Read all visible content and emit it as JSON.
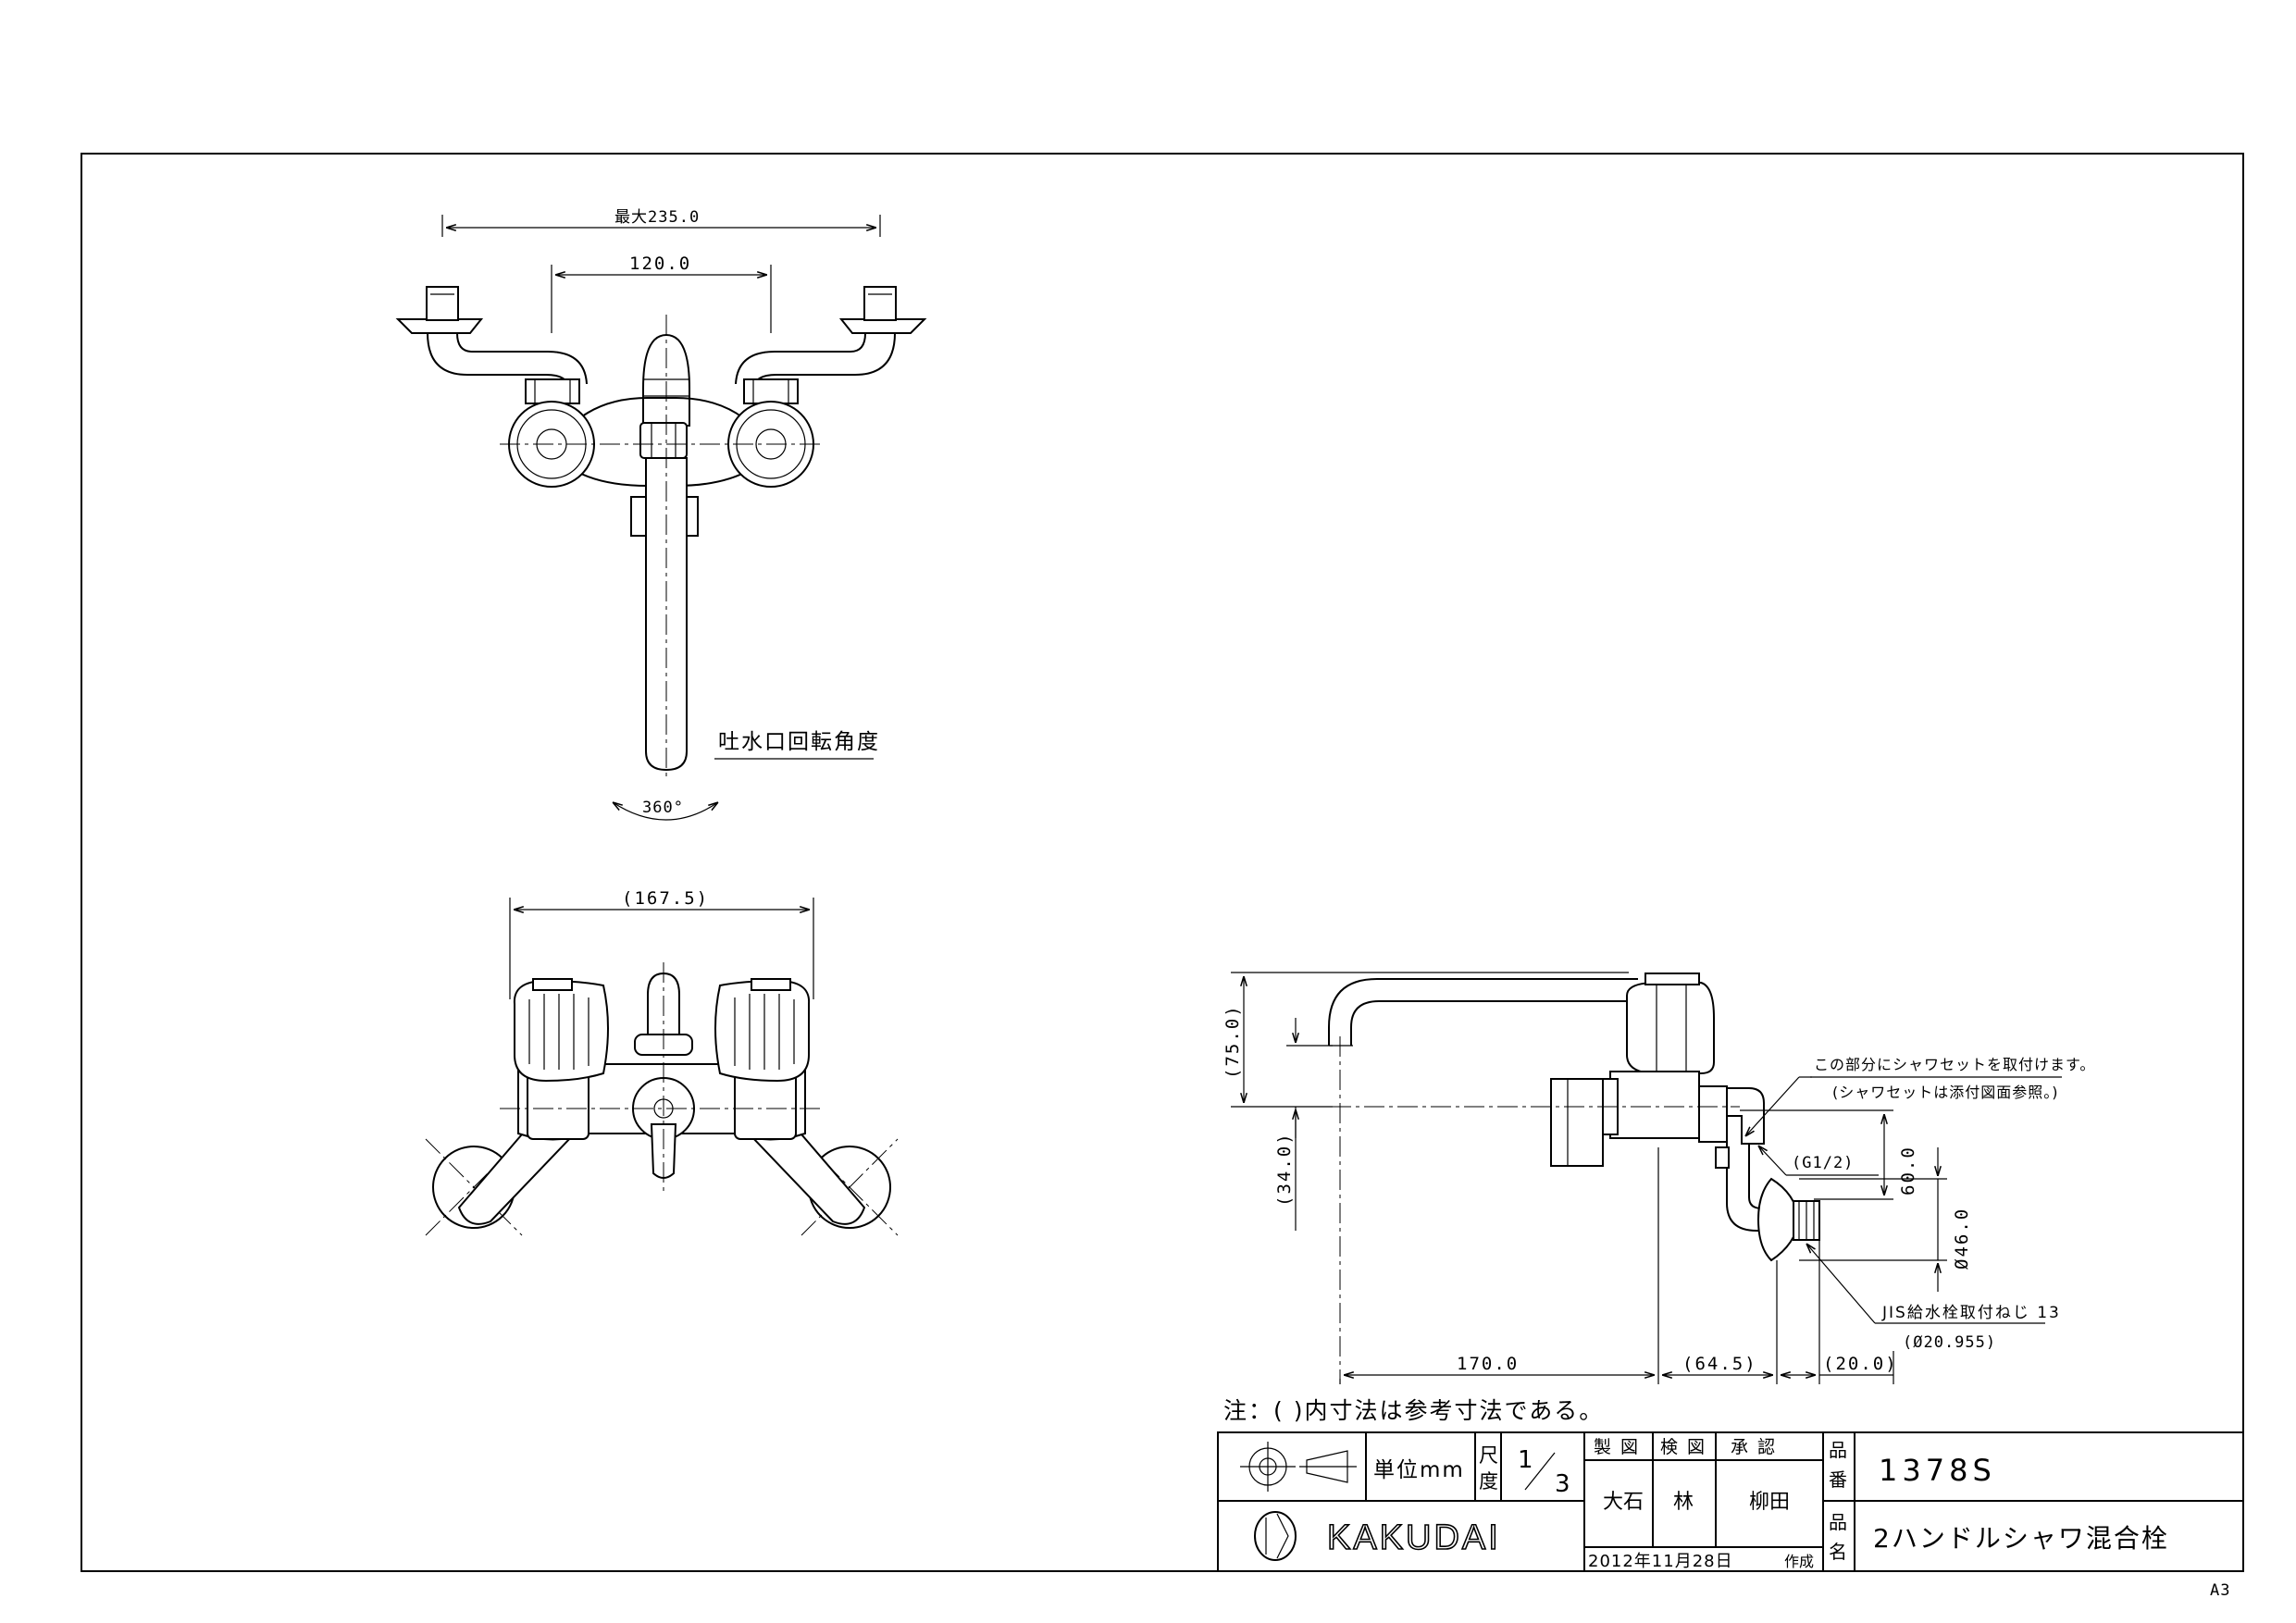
{
  "sheet_size": "A3",
  "top_view": {
    "dim_max_width": "最大235.0",
    "dim_center": "120.0",
    "spout_label": "吐水口回転角度",
    "spout_angle": "360°"
  },
  "front_view": {
    "dim_width": "(167.5)"
  },
  "side_view": {
    "dim_height_75": "(75.0)",
    "dim_height_34": "(34.0)",
    "dim_60": "60.0",
    "dim_dia46": "Ø46.0",
    "dim_170": "170.0",
    "dim_64_5": "(64.5)",
    "dim_20": "(20.0)",
    "thread_g": "(G1/2)",
    "note_shower_1": "この部分にシャワセットを取付けます。",
    "note_shower_2": "(シャワセットは添付図面参照。)",
    "note_jis": "JIS給水栓取付ねじ 13",
    "note_jis_dia": "(Ø20.955)"
  },
  "note": "注：(  )内寸法は参考寸法である。",
  "title_block": {
    "unit_label": "単位mm",
    "scale_label_1": "尺",
    "scale_label_2": "度",
    "scale_num": "1",
    "scale_den": "3",
    "hdr_drawn": "製 図",
    "hdr_checked": "検 図",
    "hdr_approved": "承 認",
    "name_drawn": "大石",
    "name_checked": "林",
    "name_approved": "柳田",
    "hdr_product_no_1": "品",
    "hdr_product_no_2": "番",
    "product_no": "1378S",
    "hdr_product_name_1": "品",
    "hdr_product_name_2": "名",
    "product_name": "2ハンドルシャワ混合栓",
    "date": "2012年11月28日",
    "date_suffix": "作成",
    "company": "KAKUDAI"
  }
}
